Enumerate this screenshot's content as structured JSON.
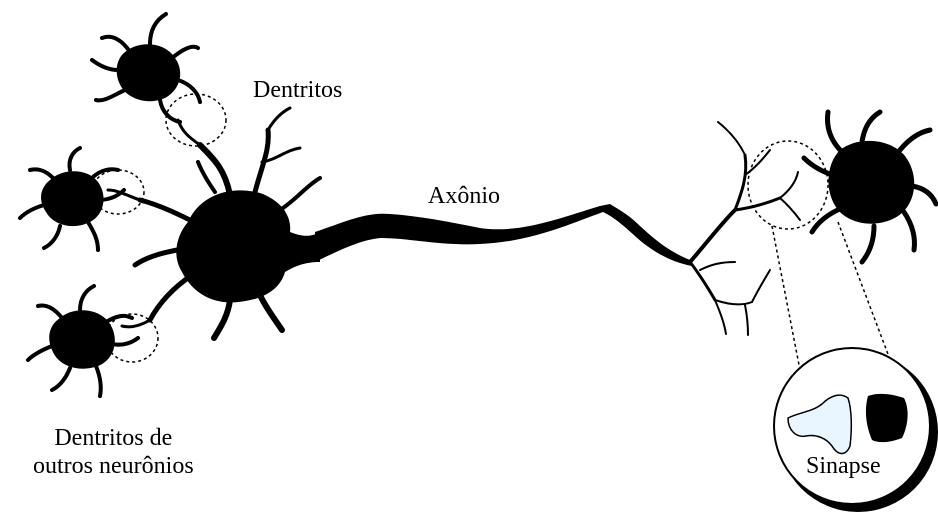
{
  "labels": {
    "dentritos": "Dentritos",
    "axonio": "Axônio",
    "outros_line1": "Dentritos de",
    "outros_line2": "outros neurônios",
    "sinapse": "Sinapse"
  },
  "colors": {
    "background": "#ffffff",
    "ink": "#000000",
    "terminal_fill": "#eaf6ff"
  }
}
